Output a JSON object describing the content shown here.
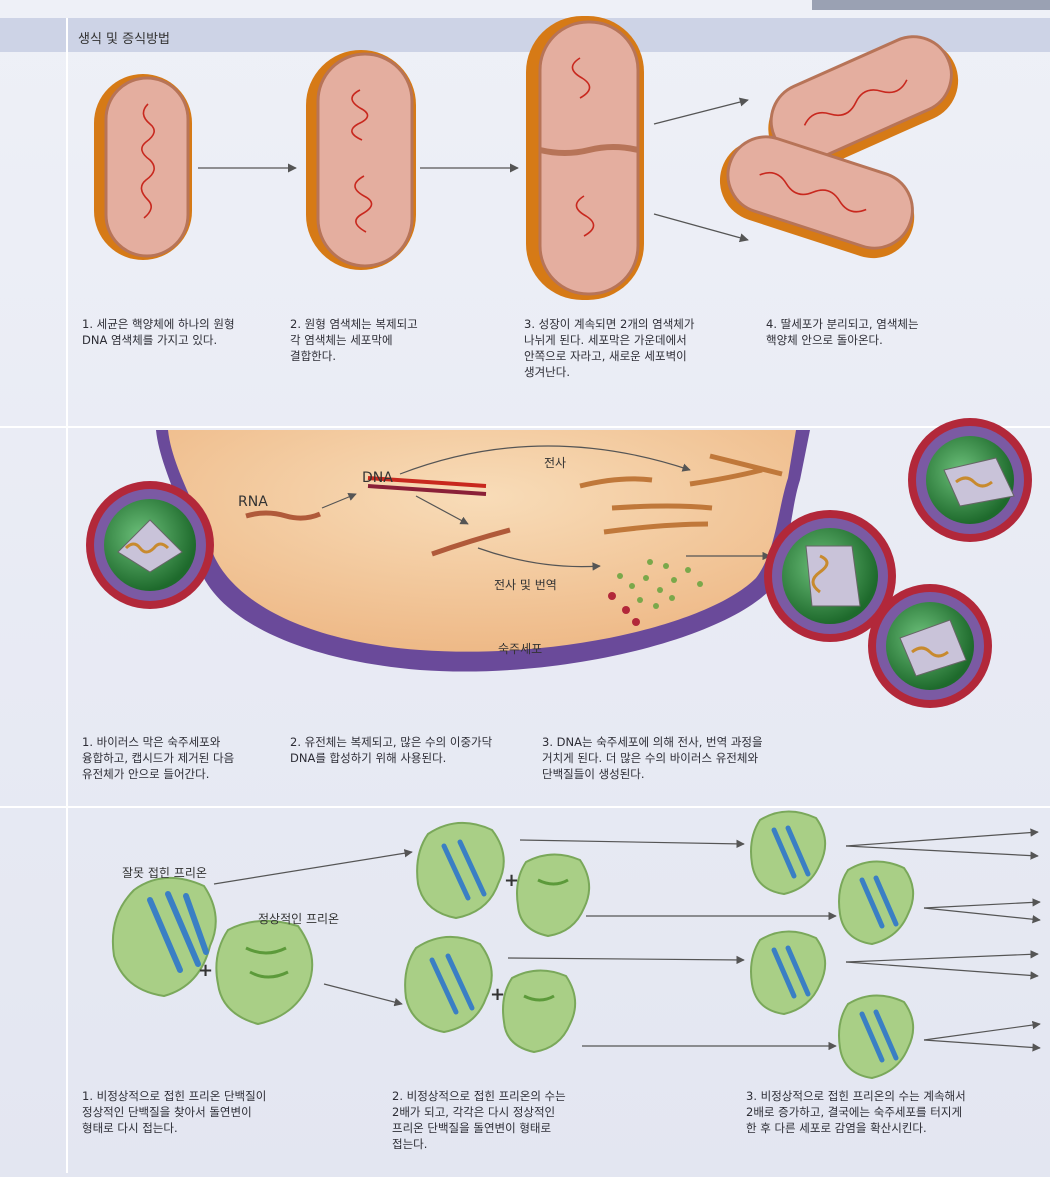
{
  "header": {
    "title": "생식 및 증식방법"
  },
  "bacteria": {
    "captions": [
      "1. 세균은 핵양체에 하나의 원형\n   DNA 염색체를 가지고 있다.",
      "2. 원형 염색체는 복제되고\n   각 염색체는 세포막에\n   결합한다.",
      "3. 성장이 계속되면 2개의 염색체가\n   나뉘게 된다. 세포막은 가운데에서\n   안쪽으로 자라고, 새로운 세포벽이\n   생겨난다.",
      "4. 딸세포가 분리되고, 염색체는\n   핵양체 안으로 돌아온다."
    ]
  },
  "virus": {
    "labels": {
      "rna": "RNA",
      "dna": "DNA",
      "transcription": "전사",
      "transcription_translation": "전사 및 번역",
      "host_cell": "숙주세포"
    },
    "captions": [
      "1. 바이러스 막은 숙주세포와\n   융합하고, 캡시드가 제거된 다음\n   유전체가 안으로 들어간다.",
      "2. 유전체는 복제되고, 많은 수의 이중가닥\n   DNA를 합성하기 위해 사용된다.",
      "3. DNA는 숙주세포에 의해 전사, 번역 과정을\n   거치게 된다. 더 많은 수의 바이러스 유전체와\n   단백질들이 생성된다."
    ]
  },
  "prion": {
    "labels": {
      "misfolded": "잘못 접힌 프리온",
      "normal": "정상적인 프리온",
      "plus": "+"
    },
    "captions": [
      "1. 비정상적으로 접힌 프리온 단백질이\n   정상적인 단백질을 찾아서 돌연변이\n   형태로 다시 접는다.",
      "2. 비정상적으로 접힌 프리온의 수는\n   2배가 되고, 각각은 다시 정상적인\n   프리온 단백질을 돌연변이 형태로\n   접는다.",
      "3. 비정상적으로 접힌 프리온의 수는 계속해서\n   2배로 증가하고, 결국에는 숙주세포를 터지게\n   한 후 다른 세포로 감염을 확산시킨다."
    ]
  },
  "colors": {
    "cell_shell": "#e08a1e",
    "cell_inner": "#e9b8a8",
    "dna": "#c8281e",
    "host": "#f3c79a",
    "membrane": "#6a4a9a",
    "capsid": "#2f8a3a",
    "spike": "#b2283a",
    "prion": "#8fbf6a",
    "prion_blue": "#3a7fc4"
  }
}
